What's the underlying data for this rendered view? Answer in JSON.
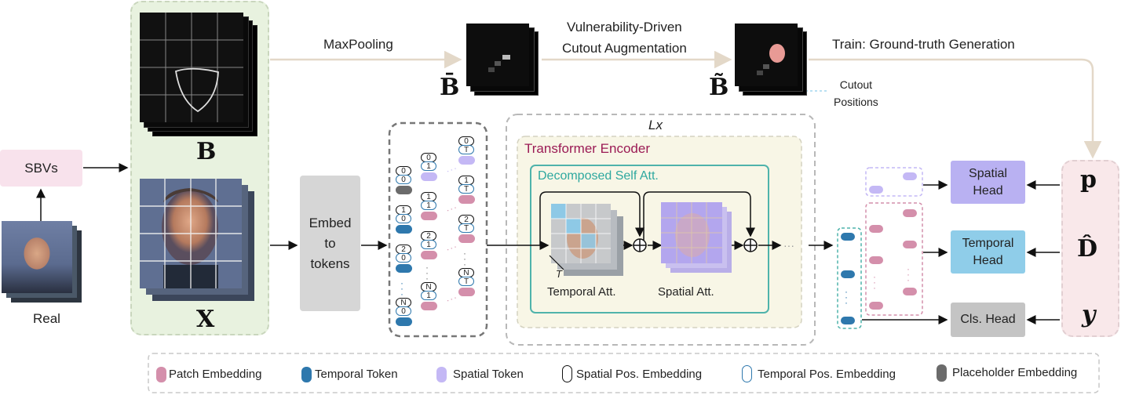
{
  "sbv_label": "SBVs",
  "real_label": "Real",
  "math_B": "B",
  "math_X": "X",
  "math_Bbar": "B̄",
  "math_Btilde": "B̃",
  "maxpool_label": "MaxPooling",
  "vdca_label_1": "Vulnerability-Driven",
  "vdca_label_2": "Cutout Augmentation",
  "train_label": "Train: Ground-truth Generation",
  "cutout_label_1": "Cutout",
  "cutout_label_2": "Positions",
  "embed_label_1": "Embed",
  "embed_label_2": "to",
  "embed_label_3": "tokens",
  "lx_label": "Lx",
  "transformer_label": "Transformer Encoder",
  "decomposed_label": "Decomposed Self Att.",
  "temporal_att_label": "Temporal Att.",
  "spatial_att_label": "Spatial Att.",
  "t_label": "T",
  "spatial_head_1": "Spatial",
  "spatial_head_2": "Head",
  "temporal_head_1": "Temporal",
  "temporal_head_2": "Head",
  "cls_head": "Cls. Head",
  "out_p": "p",
  "out_D": "D̂",
  "out_y": "y",
  "token_labels": {
    "zero": "0",
    "one": "1",
    "two": "2",
    "n": "N",
    "t": "T"
  },
  "legend": {
    "patch": "Patch Embedding",
    "temporal_token": "Temporal Token",
    "spatial_token": "Spatial Token",
    "spatial_pos": "Spatial Pos. Embedding",
    "temporal_pos": "Temporal Pos. Embedding",
    "placeholder": "Placeholder Embedding"
  },
  "colors": {
    "patch": "#d48fab",
    "temporal": "#2e78ad",
    "spatial": "#c4b8f5",
    "placeholder": "#6b6b6b",
    "green_panel": "#e8f2df",
    "pink_panel": "#f9e8ea",
    "sbv_box": "#f8e2ec",
    "transformer_bg": "#f8f6e6",
    "teal": "#4fb3ab",
    "spatial_head": "#b9b1f2",
    "temporal_head": "#8fcde9",
    "cls_head": "#c4c4c4"
  }
}
